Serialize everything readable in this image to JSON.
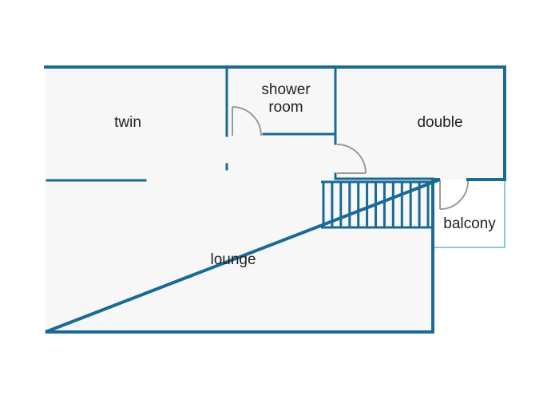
{
  "rooms": {
    "twin": {
      "label": "twin"
    },
    "shower": {
      "label_line1": "shower",
      "label_line2": "room"
    },
    "double": {
      "label": "double"
    },
    "lounge": {
      "label": "lounge"
    },
    "balcony": {
      "label": "balcony"
    }
  },
  "colors": {
    "wall": "#1a6a96",
    "floor": "#f7f7f7",
    "balcony_outline": "#8cc8de",
    "door": "#9a9a9a"
  },
  "stairs": {
    "step_count": 13
  }
}
